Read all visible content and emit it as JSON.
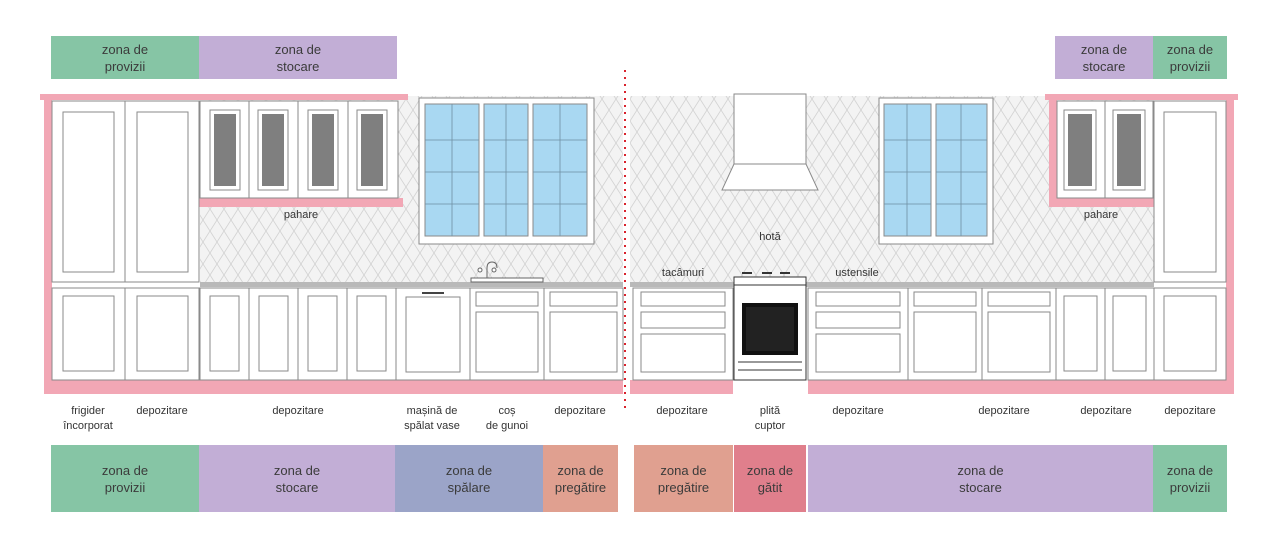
{
  "colors": {
    "provizii": "#86c5a5",
    "stocare": "#c2aed6",
    "spalare": "#9ba4c8",
    "pregatire": "#e0a090",
    "gatit": "#e07f8c",
    "frame": "#f2a7b5",
    "window_glass": "#a9d8f2",
    "divider": "#d9232d"
  },
  "top_zones": [
    {
      "id": "top-provizii-left",
      "line1": "zona de",
      "line2": "provizii",
      "kind": "provizii"
    },
    {
      "id": "top-stocare-left",
      "line1": "zona de",
      "line2": "stocare",
      "kind": "stocare"
    },
    {
      "id": "top-stocare-right",
      "line1": "zona de",
      "line2": "stocare",
      "kind": "stocare"
    },
    {
      "id": "top-provizii-right",
      "line1": "zona de",
      "line2": "provizii",
      "kind": "provizii"
    }
  ],
  "bottom_zones": [
    {
      "id": "bottom-provizii-left",
      "line1": "zona de",
      "line2": "provizii",
      "kind": "provizii"
    },
    {
      "id": "bottom-stocare-left",
      "line1": "zona de",
      "line2": "stocare",
      "kind": "stocare"
    },
    {
      "id": "bottom-spalare",
      "line1": "zona de",
      "line2": "spălare",
      "kind": "spalare"
    },
    {
      "id": "bottom-pregatire-left",
      "line1": "zona de",
      "line2": "pregătire",
      "kind": "pregatire"
    },
    {
      "id": "bottom-pregatire-right",
      "line1": "zona de",
      "line2": "pregătire",
      "kind": "pregatire"
    },
    {
      "id": "bottom-gatit",
      "line1": "zona de",
      "line2": "gătit",
      "kind": "gatit"
    },
    {
      "id": "bottom-stocare-right",
      "line1": "zona de",
      "line2": "stocare",
      "kind": "stocare"
    },
    {
      "id": "bottom-provizii-right",
      "line1": "zona de",
      "line2": "provizii",
      "kind": "provizii"
    }
  ],
  "appliance_labels": [
    {
      "id": "frigider",
      "lines": [
        "frigider",
        "încorporat"
      ]
    },
    {
      "id": "depozitare-1",
      "lines": [
        "depozitare"
      ]
    },
    {
      "id": "depozitare-2",
      "lines": [
        "depozitare"
      ]
    },
    {
      "id": "masina",
      "lines": [
        "mașină de",
        "spălat vase"
      ]
    },
    {
      "id": "cos",
      "lines": [
        "coș",
        "de gunoi"
      ]
    },
    {
      "id": "depozitare-3",
      "lines": [
        "depozitare"
      ]
    },
    {
      "id": "depozitare-4",
      "lines": [
        "depozitare"
      ]
    },
    {
      "id": "plita",
      "lines": [
        "plită",
        "cuptor"
      ]
    },
    {
      "id": "depozitare-5",
      "lines": [
        "depozitare"
      ]
    },
    {
      "id": "depozitare-6",
      "lines": [
        "depozitare"
      ]
    },
    {
      "id": "depozitare-7",
      "lines": [
        "depozitare"
      ]
    },
    {
      "id": "depozitare-8",
      "lines": [
        "depozitare"
      ]
    }
  ],
  "wall_labels": {
    "pahare_left": "pahare",
    "pahare_right": "pahare",
    "hota": "hotă",
    "tacamuri": "tacâmuri",
    "ustensile": "ustensile"
  }
}
